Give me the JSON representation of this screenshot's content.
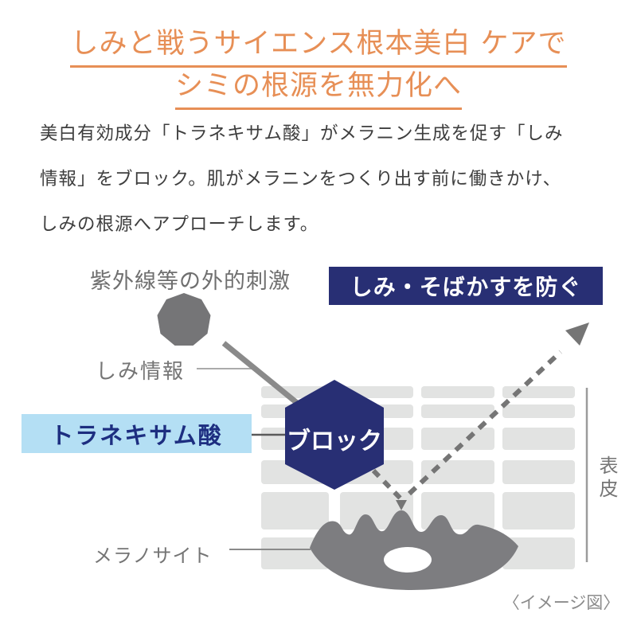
{
  "title": {
    "line1": "しみと戦うサイエンス根本美白 ケアで",
    "line2": "シミの根源を無力化へ"
  },
  "body": {
    "lines": [
      "美白有効成分「トラネキサム酸」がメラニン生成を促す「しみ",
      "情報」をブロック。肌がメラニンをつくり出す前に働きかけ、",
      "しみの根源へアプローチします。"
    ]
  },
  "diagram": {
    "labels": {
      "uv_stimulus": "紫外線等の外的刺激",
      "spot_signal": "しみ情報",
      "prevent_banner": "しみ・そばかすを防ぐ",
      "ingredient": "トラネキサム酸",
      "block": "ブロック",
      "melanocyte": "メラノサイト",
      "epidermis": "表皮",
      "caption": "〈イメージ図〉"
    },
    "colors": {
      "title_orange": "#E78F56",
      "navy": "#282F74",
      "light_blue": "#B4DFF4",
      "shape_gray": "#7D7D80",
      "grid_gray": "#E2E3E2",
      "body_text": "#3E3E3E",
      "label_gray": "#6F6F6F"
    }
  }
}
